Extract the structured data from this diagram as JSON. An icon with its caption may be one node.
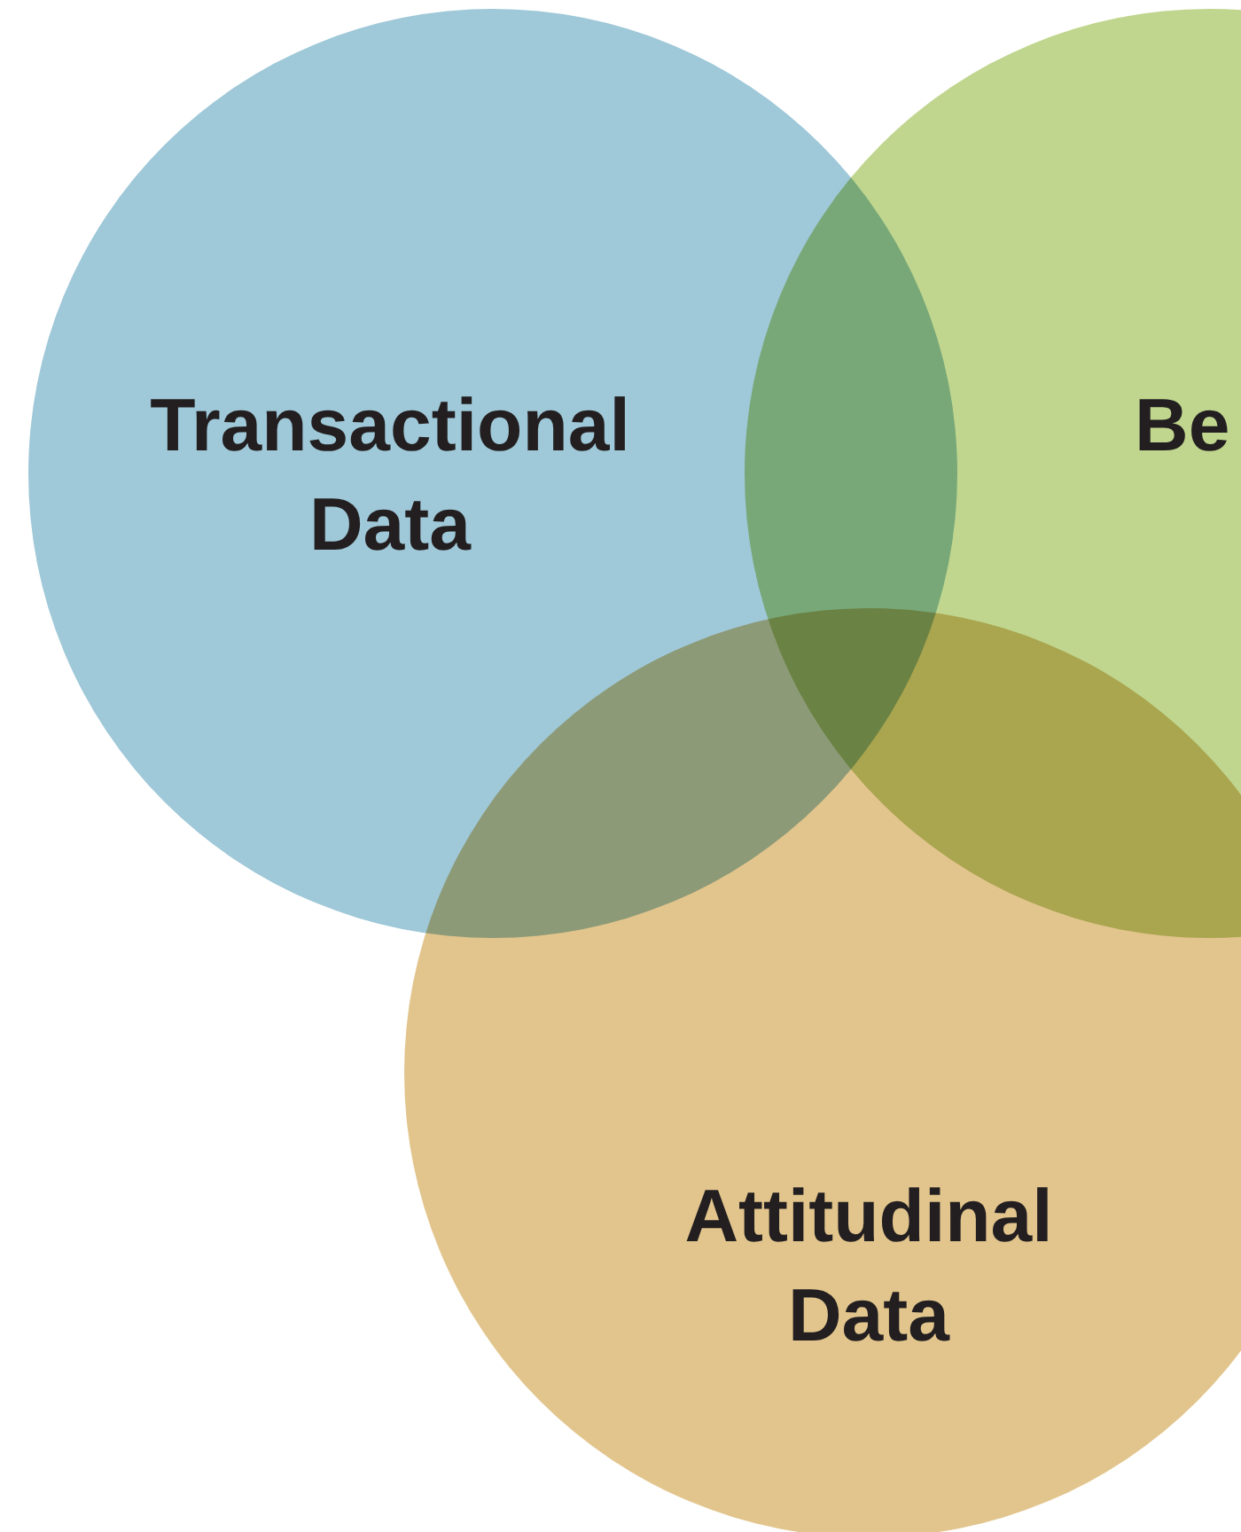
{
  "diagram": {
    "nodes": [
      {
        "text": [
          "Transactional Data"
        ]
      },
      {
        "text": [
          "Be"
        ]
      },
      {
        "text": [
          "Attitudinal Data"
        ]
      }
    ]
  }
}
